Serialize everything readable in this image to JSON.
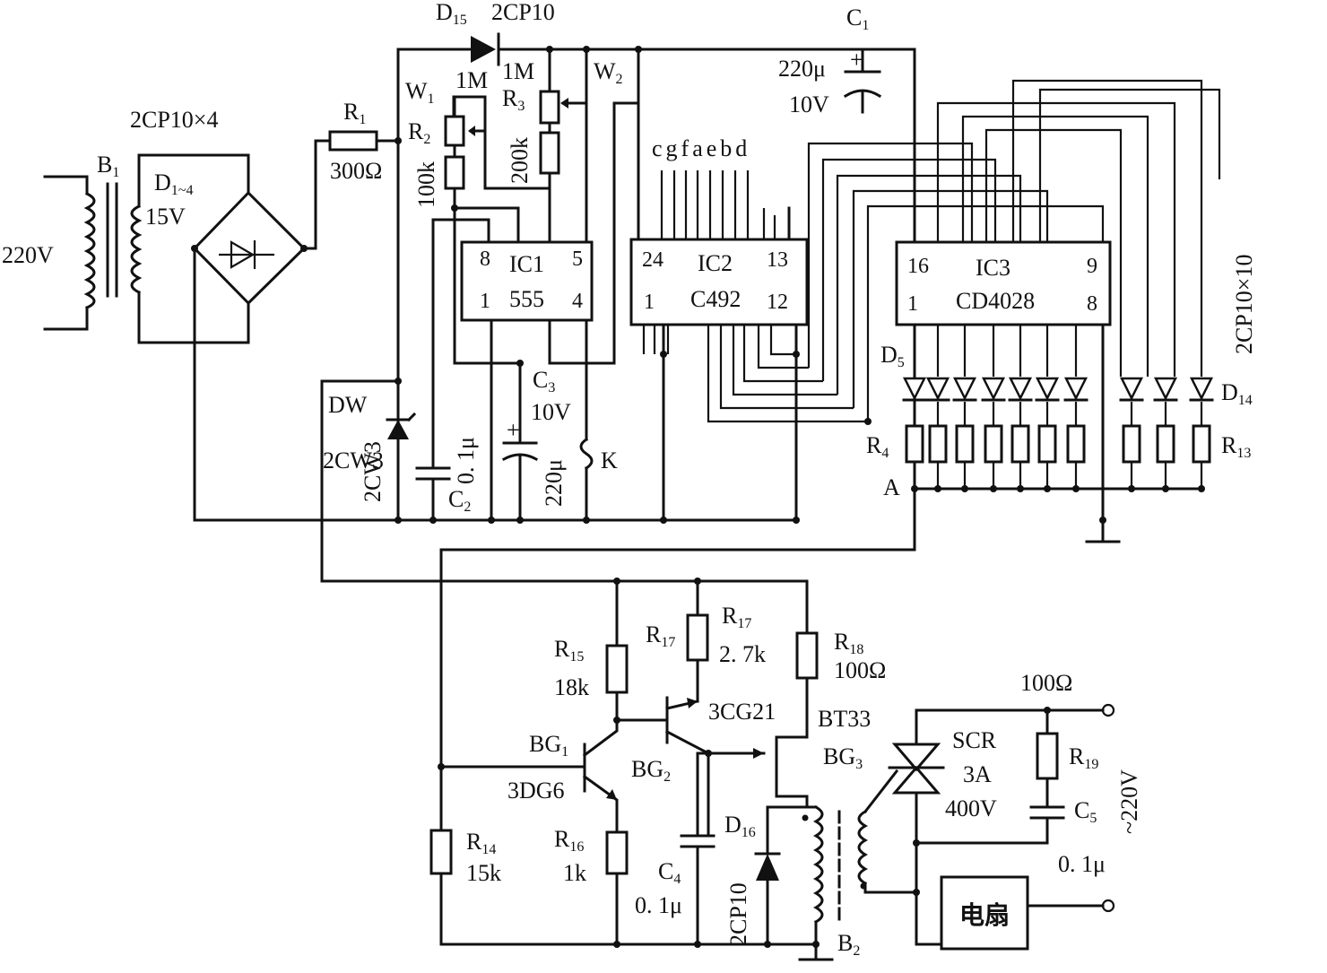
{
  "transformer_b1": {
    "name": "B",
    "sub": "1",
    "input": "220V",
    "bridge": "2CP10×4",
    "diodes": "D",
    "diodes_sub": "1~4",
    "secondary": "15V"
  },
  "r1": {
    "name": "R",
    "sub": "1",
    "value": "300Ω"
  },
  "d15": {
    "name": "D",
    "sub": "15",
    "part": "2CP10"
  },
  "c1": {
    "name": "C",
    "sub": "1",
    "value1": "220μ",
    "value2": "10V"
  },
  "w1": {
    "name": "W",
    "sub": "1",
    "value": "1M"
  },
  "w2": {
    "name": "W",
    "sub": "2"
  },
  "r2": {
    "name": "R",
    "sub": "2",
    "value": "100k"
  },
  "r3": {
    "name": "R",
    "sub": "3",
    "value": "1M",
    "value2": "200k"
  },
  "ic1": {
    "name": "IC1",
    "part": "555",
    "pins": [
      "8",
      "5",
      "1",
      "4"
    ]
  },
  "ic2": {
    "name": "IC2",
    "part": "C492",
    "pins": [
      "24",
      "13",
      "1",
      "12"
    ],
    "segments": "cgfaebd"
  },
  "ic3": {
    "name": "IC3",
    "part": "CD4028",
    "pins": [
      "16",
      "9",
      "1",
      "8"
    ]
  },
  "diodes_out": {
    "label": "2CP10×10",
    "first": "D",
    "first_sub": "5",
    "last": "D",
    "last_sub": "14"
  },
  "resistors_out": {
    "first": "R",
    "first_sub": "4",
    "last": "R",
    "last_sub": "13",
    "node": "A"
  },
  "dw": {
    "name": "DW",
    "part": "2CW3",
    "part2": "2CW3"
  },
  "c2": {
    "name": "C",
    "sub": "2",
    "value": "0. 1μ"
  },
  "c3": {
    "name": "C",
    "sub": "3",
    "value1": "10V",
    "value2": "220μ"
  },
  "switch_k": {
    "name": "K"
  },
  "r15": {
    "name": "R",
    "sub": "15",
    "value": "18k"
  },
  "r17": {
    "name": "R",
    "sub": "17",
    "name2": "R",
    "sub2": "17",
    "value": "2. 7k"
  },
  "r18": {
    "name": "R",
    "sub": "18",
    "value": "100Ω"
  },
  "bg1": {
    "name": "BG",
    "sub": "1",
    "part": "3DG6"
  },
  "bg2": {
    "name": "BG",
    "sub": "2",
    "part": "3CG21"
  },
  "bg3": {
    "name": "BG",
    "sub": "3",
    "part": "BT33"
  },
  "r14": {
    "name": "R",
    "sub": "14",
    "value": "15k"
  },
  "r16": {
    "name": "R",
    "sub": "16",
    "value": "1k"
  },
  "c4": {
    "name": "C",
    "sub": "4",
    "value": "0. 1μ"
  },
  "d16": {
    "name": "D",
    "sub": "16",
    "part": "2CP10"
  },
  "b2": {
    "name": "B",
    "sub": "2"
  },
  "scr": {
    "name": "SCR",
    "current": "3A",
    "voltage": "400V"
  },
  "r19": {
    "name": "R",
    "sub": "19",
    "value": "100Ω"
  },
  "c5": {
    "name": "C",
    "sub": "5",
    "value": "0. 1μ"
  },
  "mains": {
    "label": "~220V"
  },
  "fan": {
    "label": "电扇"
  }
}
